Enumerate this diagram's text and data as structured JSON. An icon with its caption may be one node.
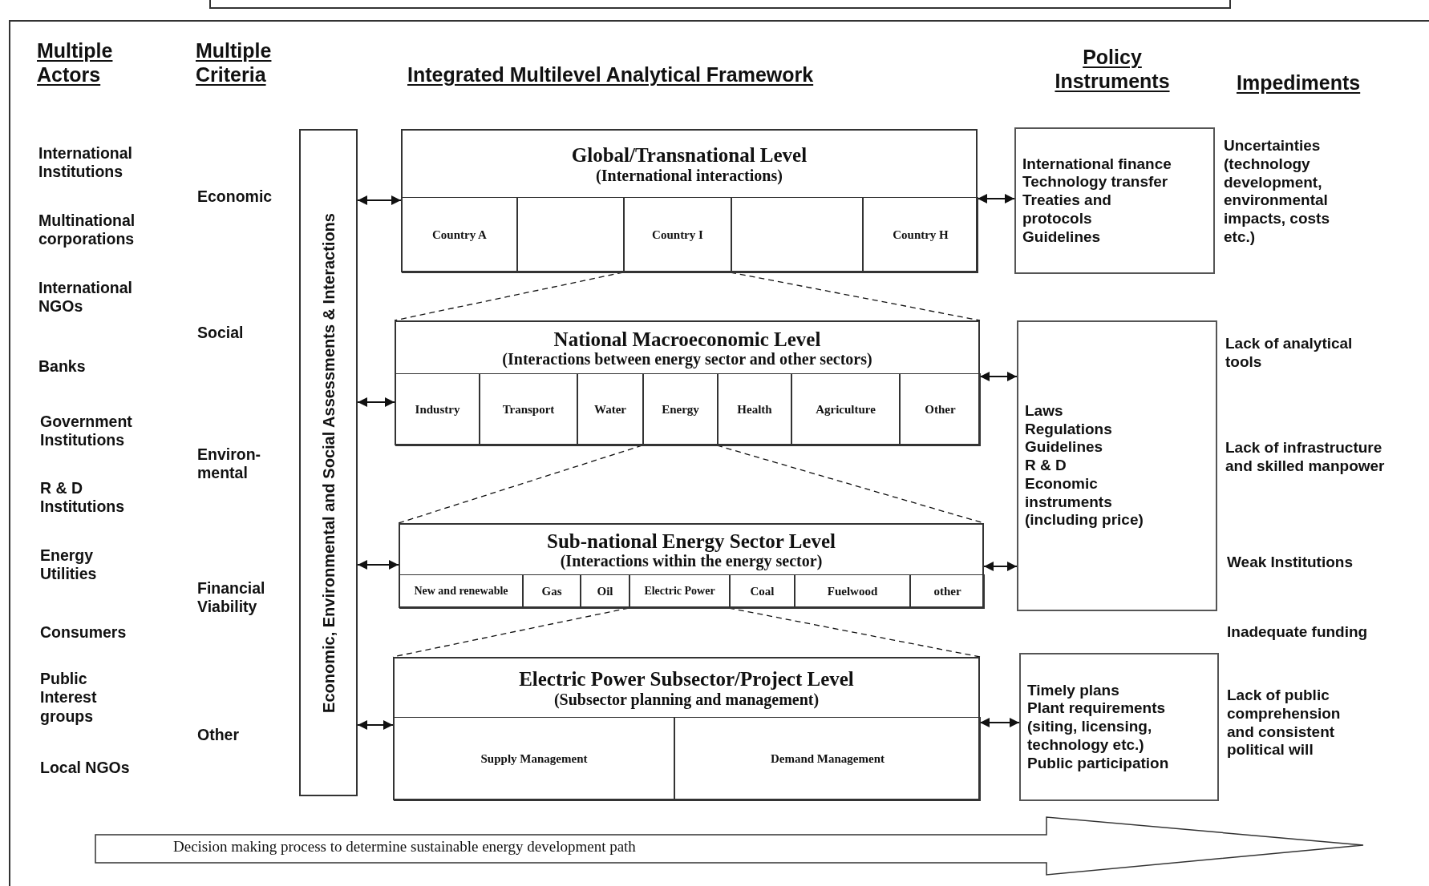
{
  "diagram": {
    "nodes": [
      {
        "text": [
          "Economic, Environmental and Social Assessments & Interactions"
        ]
      },
      {
        "text": [
          "Global/Transnational Level",
          "(International interactions)"
        ]
      },
      {
        "text": [
          "Country A"
        ],
        "in": 1
      },
      {
        "text": [],
        "shape": "box",
        "in": 1
      },
      {
        "text": [
          "Country I"
        ],
        "in": 1
      },
      {
        "text": [],
        "shape": "box",
        "in": 1
      },
      {
        "text": [
          "Country H"
        ],
        "in": 1
      },
      {
        "text": [
          "National Macroeconomic Level",
          "(Interactions between energy sector and other sectors)"
        ]
      },
      {
        "text": [
          "Industry"
        ],
        "in": 7
      },
      {
        "text": [
          "Transport"
        ],
        "in": 7
      },
      {
        "text": [
          "Water"
        ],
        "in": 7
      },
      {
        "text": [
          "Energy"
        ],
        "in": 7
      },
      {
        "text": [
          "Health"
        ],
        "in": 7
      },
      {
        "text": [
          "Agriculture"
        ],
        "in": 7
      },
      {
        "text": [
          "Other"
        ],
        "in": 7
      },
      {
        "text": [
          "Sub-national Energy Sector Level",
          "(Interactions within the energy sector)"
        ]
      },
      {
        "text": [
          "New and renewable"
        ],
        "in": 15
      },
      {
        "text": [
          "Gas"
        ],
        "in": 15
      },
      {
        "text": [
          "Oil"
        ],
        "in": 15
      },
      {
        "text": [
          "Electric Power"
        ],
        "in": 15
      },
      {
        "text": [
          "Coal"
        ],
        "in": 15
      },
      {
        "text": [
          "Fuelwood"
        ],
        "in": 15
      },
      {
        "text": [
          "other"
        ],
        "in": 15
      },
      {
        "text": [
          "Electric Power Subsector/Project Level",
          "(Subsector planning and management)"
        ]
      },
      {
        "text": [
          "Supply Management"
        ],
        "in": 23
      },
      {
        "text": [
          "Demand Management"
        ],
        "in": 23
      },
      {
        "text": [
          "International finance",
          "Technology transfer",
          "Treaties and protocols",
          "Guidelines"
        ]
      },
      {
        "text": [
          "Laws",
          "Regulations",
          "Guidelines",
          "R & D",
          "Economic instruments (including price)"
        ]
      },
      {
        "text": [
          "Timely plans",
          "Plant requirements (siting, licensing, technology etc.)",
          "Public participation"
        ]
      },
      {
        "text": [
          "Decision making process to determine sustainable energy development path"
        ]
      }
    ],
    "edges": [
      {
        "from": 0,
        "to": 1,
        "arrow": "both"
      },
      {
        "from": 0,
        "to": 7,
        "arrow": "both"
      },
      {
        "from": 0,
        "to": 15,
        "arrow": "both"
      },
      {
        "from": 0,
        "to": 23,
        "arrow": "both"
      },
      {
        "from": 1,
        "to": 26,
        "arrow": "both"
      },
      {
        "from": 7,
        "to": 27,
        "arrow": "both"
      },
      {
        "from": 15,
        "to": 27,
        "arrow": "both"
      },
      {
        "from": 23,
        "to": 28,
        "arrow": "both"
      },
      {
        "from": 4,
        "to": 7,
        "arrow": "none",
        "style": "dashed"
      },
      {
        "from": 4,
        "to": 7,
        "arrow": "none",
        "style": "dashed"
      },
      {
        "from": 11,
        "to": 15,
        "arrow": "none",
        "style": "dashed"
      },
      {
        "from": 11,
        "to": 15,
        "arrow": "none",
        "style": "dashed"
      },
      {
        "from": 19,
        "to": 23,
        "arrow": "none",
        "style": "dashed"
      },
      {
        "from": 19,
        "to": 23,
        "arrow": "none",
        "style": "dashed"
      }
    ],
    "labels": [
      "Multiple Actors",
      "Multiple Criteria",
      "Integrated Multilevel Analytical Framework",
      "Policy Instruments",
      "Impediments",
      "International Institutions",
      "Multinational corporations",
      "International NGOs",
      "Banks",
      "Government Institutions",
      "R & D Institutions",
      "Energy Utilities",
      "Consumers",
      "Public Interest groups",
      "Local NGOs",
      "Economic",
      "Social",
      "Environ- mental",
      "Financial Viability",
      "Other",
      "Uncertainties (technology development, environmental impacts, costs etc.)",
      "Lack of analytical tools",
      "Lack of infrastructure and skilled manpower",
      "Weak Institutions",
      "Inadequate funding",
      "Lack of public comprehension and consistent political will"
    ]
  }
}
